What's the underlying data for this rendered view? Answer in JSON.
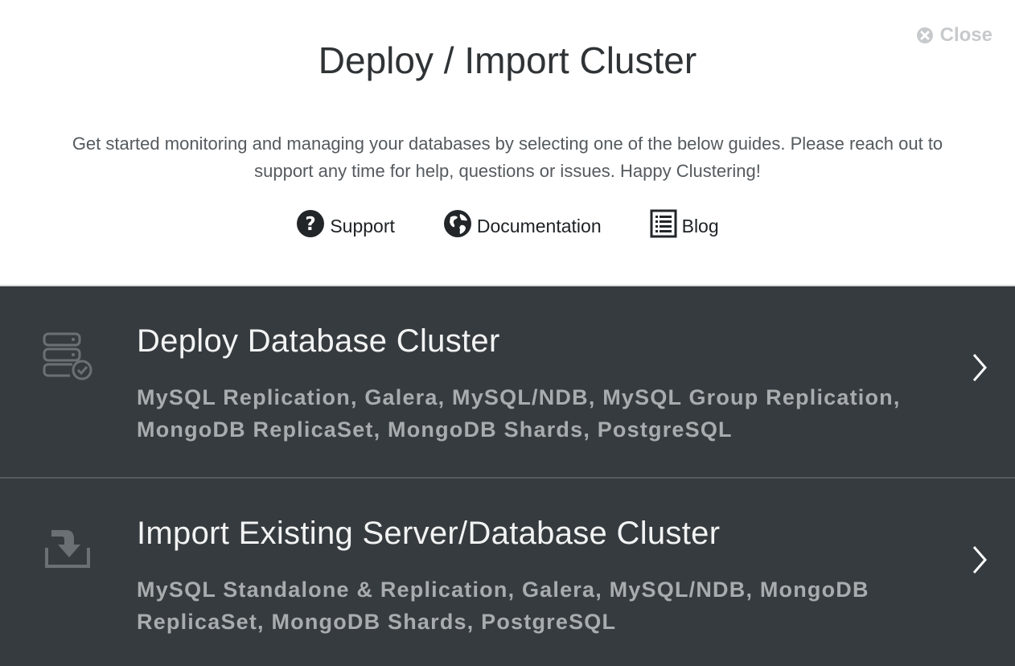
{
  "modal": {
    "close_label": "Close",
    "title": "Deploy / Import Cluster",
    "intro": "Get started monitoring and managing your databases by selecting one of the below guides. Please reach out to support any time for help, questions or issues. Happy Clustering!"
  },
  "links": [
    {
      "label": "Support",
      "icon": "question-circle-icon"
    },
    {
      "label": "Documentation",
      "icon": "globe-icon"
    },
    {
      "label": "Blog",
      "icon": "list-document-icon"
    }
  ],
  "options": [
    {
      "title": "Deploy Database Cluster",
      "description": "MySQL Replication, Galera, MySQL/NDB, MySQL Group Replication, MongoDB ReplicaSet, MongoDB Shards, PostgreSQL",
      "icon": "server-stack-check-icon"
    },
    {
      "title": "Import Existing Server/Database Cluster",
      "description": "MySQL Standalone & Replication, Galera, MySQL/NDB, MongoDB ReplicaSet, MongoDB Shards, PostgreSQL",
      "icon": "import-tray-icon"
    }
  ],
  "colors": {
    "panel_background": "#363b3f",
    "title_text": "#2f3336",
    "close_text": "#c7c9cb"
  }
}
